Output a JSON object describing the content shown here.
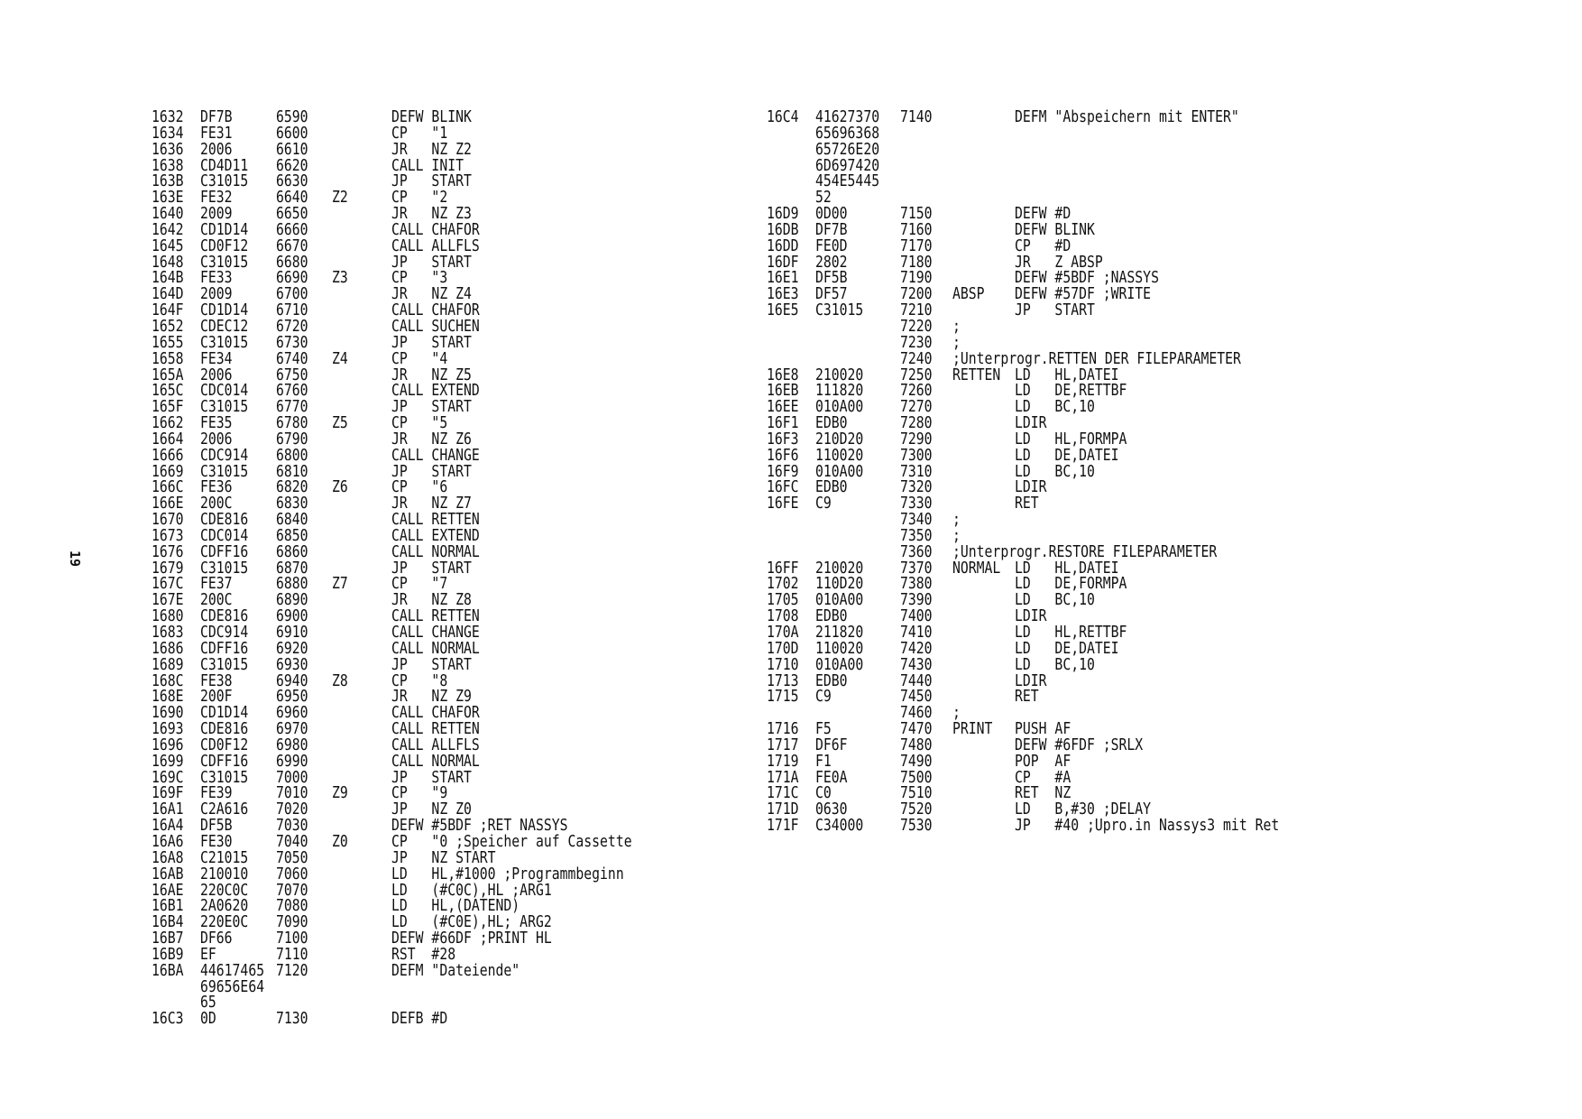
{
  "page_number": "19",
  "left_listing": [
    {
      "addr": "1632",
      "code": "DF7B",
      "ln": "6590",
      "lbl": "",
      "src": "DEFW BLINK"
    },
    {
      "addr": "1634",
      "code": "FE31",
      "ln": "6600",
      "lbl": "",
      "src": "CP   \"1"
    },
    {
      "addr": "1636",
      "code": "2006",
      "ln": "6610",
      "lbl": "",
      "src": "JR   NZ Z2"
    },
    {
      "addr": "1638",
      "code": "CD4D11",
      "ln": "6620",
      "lbl": "",
      "src": "CALL INIT"
    },
    {
      "addr": "163B",
      "code": "C31015",
      "ln": "6630",
      "lbl": "",
      "src": "JP   START"
    },
    {
      "addr": "163E",
      "code": "FE32",
      "ln": "6640",
      "lbl": "Z2",
      "src": "CP   \"2"
    },
    {
      "addr": "1640",
      "code": "2009",
      "ln": "6650",
      "lbl": "",
      "src": "JR   NZ Z3"
    },
    {
      "addr": "1642",
      "code": "CD1D14",
      "ln": "6660",
      "lbl": "",
      "src": "CALL CHAFOR"
    },
    {
      "addr": "1645",
      "code": "CD0F12",
      "ln": "6670",
      "lbl": "",
      "src": "CALL ALLFLS"
    },
    {
      "addr": "1648",
      "code": "C31015",
      "ln": "6680",
      "lbl": "",
      "src": "JP   START"
    },
    {
      "addr": "164B",
      "code": "FE33",
      "ln": "6690",
      "lbl": "Z3",
      "src": "CP   \"3"
    },
    {
      "addr": "164D",
      "code": "2009",
      "ln": "6700",
      "lbl": "",
      "src": "JR   NZ Z4"
    },
    {
      "addr": "164F",
      "code": "CD1D14",
      "ln": "6710",
      "lbl": "",
      "src": "CALL CHAFOR"
    },
    {
      "addr": "1652",
      "code": "CDEC12",
      "ln": "6720",
      "lbl": "",
      "src": "CALL SUCHEN"
    },
    {
      "addr": "1655",
      "code": "C31015",
      "ln": "6730",
      "lbl": "",
      "src": "JP   START"
    },
    {
      "addr": "1658",
      "code": "FE34",
      "ln": "6740",
      "lbl": "Z4",
      "src": "CP   \"4"
    },
    {
      "addr": "165A",
      "code": "2006",
      "ln": "6750",
      "lbl": "",
      "src": "JR   NZ Z5"
    },
    {
      "addr": "165C",
      "code": "CDC014",
      "ln": "6760",
      "lbl": "",
      "src": "CALL EXTEND"
    },
    {
      "addr": "165F",
      "code": "C31015",
      "ln": "6770",
      "lbl": "",
      "src": "JP   START"
    },
    {
      "addr": "1662",
      "code": "FE35",
      "ln": "6780",
      "lbl": "Z5",
      "src": "CP   \"5"
    },
    {
      "addr": "1664",
      "code": "2006",
      "ln": "6790",
      "lbl": "",
      "src": "JR   NZ Z6"
    },
    {
      "addr": "1666",
      "code": "CDC914",
      "ln": "6800",
      "lbl": "",
      "src": "CALL CHANGE"
    },
    {
      "addr": "1669",
      "code": "C31015",
      "ln": "6810",
      "lbl": "",
      "src": "JP   START"
    },
    {
      "addr": "166C",
      "code": "FE36",
      "ln": "6820",
      "lbl": "Z6",
      "src": "CP   \"6"
    },
    {
      "addr": "166E",
      "code": "200C",
      "ln": "6830",
      "lbl": "",
      "src": "JR   NZ Z7"
    },
    {
      "addr": "1670",
      "code": "CDE816",
      "ln": "6840",
      "lbl": "",
      "src": "CALL RETTEN"
    },
    {
      "addr": "1673",
      "code": "CDC014",
      "ln": "6850",
      "lbl": "",
      "src": "CALL EXTEND"
    },
    {
      "addr": "1676",
      "code": "CDFF16",
      "ln": "6860",
      "lbl": "",
      "src": "CALL NORMAL"
    },
    {
      "addr": "1679",
      "code": "C31015",
      "ln": "6870",
      "lbl": "",
      "src": "JP   START"
    },
    {
      "addr": "167C",
      "code": "FE37",
      "ln": "6880",
      "lbl": "Z7",
      "src": "CP   \"7"
    },
    {
      "addr": "167E",
      "code": "200C",
      "ln": "6890",
      "lbl": "",
      "src": "JR   NZ Z8"
    },
    {
      "addr": "1680",
      "code": "CDE816",
      "ln": "6900",
      "lbl": "",
      "src": "CALL RETTEN"
    },
    {
      "addr": "1683",
      "code": "CDC914",
      "ln": "6910",
      "lbl": "",
      "src": "CALL CHANGE"
    },
    {
      "addr": "1686",
      "code": "CDFF16",
      "ln": "6920",
      "lbl": "",
      "src": "CALL NORMAL"
    },
    {
      "addr": "1689",
      "code": "C31015",
      "ln": "6930",
      "lbl": "",
      "src": "JP   START"
    },
    {
      "addr": "168C",
      "code": "FE38",
      "ln": "6940",
      "lbl": "Z8",
      "src": "CP   \"8"
    },
    {
      "addr": "168E",
      "code": "200F",
      "ln": "6950",
      "lbl": "",
      "src": "JR   NZ Z9"
    },
    {
      "addr": "1690",
      "code": "CD1D14",
      "ln": "6960",
      "lbl": "",
      "src": "CALL CHAFOR"
    },
    {
      "addr": "1693",
      "code": "CDE816",
      "ln": "6970",
      "lbl": "",
      "src": "CALL RETTEN"
    },
    {
      "addr": "1696",
      "code": "CD0F12",
      "ln": "6980",
      "lbl": "",
      "src": "CALL ALLFLS"
    },
    {
      "addr": "1699",
      "code": "CDFF16",
      "ln": "6990",
      "lbl": "",
      "src": "CALL NORMAL"
    },
    {
      "addr": "169C",
      "code": "C31015",
      "ln": "7000",
      "lbl": "",
      "src": "JP   START"
    },
    {
      "addr": "169F",
      "code": "FE39",
      "ln": "7010",
      "lbl": "Z9",
      "src": "CP   \"9"
    },
    {
      "addr": "16A1",
      "code": "C2A616",
      "ln": "7020",
      "lbl": "",
      "src": "JP   NZ Z0"
    },
    {
      "addr": "16A4",
      "code": "DF5B",
      "ln": "7030",
      "lbl": "",
      "src": "DEFW #5BDF ;RET NASSYS"
    },
    {
      "addr": "16A6",
      "code": "FE30",
      "ln": "7040",
      "lbl": "Z0",
      "src": "CP   \"0 ;Speicher auf Cassette"
    },
    {
      "addr": "16A8",
      "code": "C21015",
      "ln": "7050",
      "lbl": "",
      "src": "JP   NZ START"
    },
    {
      "addr": "16AB",
      "code": "210010",
      "ln": "7060",
      "lbl": "",
      "src": "LD   HL,#1000 ;Programmbeginn"
    },
    {
      "addr": "16AE",
      "code": "220C0C",
      "ln": "7070",
      "lbl": "",
      "src": "LD   (#C0C),HL ;ARG1"
    },
    {
      "addr": "16B1",
      "code": "2A0620",
      "ln": "7080",
      "lbl": "",
      "src": "LD   HL,(DATEND)"
    },
    {
      "addr": "16B4",
      "code": "220E0C",
      "ln": "7090",
      "lbl": "",
      "src": "LD   (#C0E),HL; ARG2"
    },
    {
      "addr": "16B7",
      "code": "DF66",
      "ln": "7100",
      "lbl": "",
      "src": "DEFW #66DF ;PRINT HL"
    },
    {
      "addr": "16B9",
      "code": "EF",
      "ln": "7110",
      "lbl": "",
      "src": "RST  #28"
    },
    {
      "addr": "16BA",
      "code": "44617465",
      "ln": "7120",
      "lbl": "",
      "src": "DEFM \"Dateiende\""
    },
    {
      "addr": "",
      "code": "69656E64",
      "ln": "",
      "lbl": "",
      "src": ""
    },
    {
      "addr": "",
      "code": "65",
      "ln": "",
      "lbl": "",
      "src": ""
    },
    {
      "addr": "16C3",
      "code": "0D",
      "ln": "7130",
      "lbl": "",
      "src": "DEFB #D"
    }
  ],
  "right_listing": [
    {
      "addr": "16C4",
      "code": "41627370",
      "ln": "7140",
      "lbl": "",
      "src": "DEFM \"Abspeichern mit ENTER\""
    },
    {
      "addr": "",
      "code": "65696368",
      "ln": "",
      "lbl": "",
      "src": ""
    },
    {
      "addr": "",
      "code": "65726E20",
      "ln": "",
      "lbl": "",
      "src": ""
    },
    {
      "addr": "",
      "code": "6D697420",
      "ln": "",
      "lbl": "",
      "src": ""
    },
    {
      "addr": "",
      "code": "454E5445",
      "ln": "",
      "lbl": "",
      "src": ""
    },
    {
      "addr": "",
      "code": "52",
      "ln": "",
      "lbl": "",
      "src": ""
    },
    {
      "addr": "16D9",
      "code": "0D00",
      "ln": "7150",
      "lbl": "",
      "src": "DEFW #D"
    },
    {
      "addr": "16DB",
      "code": "DF7B",
      "ln": "7160",
      "lbl": "",
      "src": "DEFW BLINK"
    },
    {
      "addr": "16DD",
      "code": "FE0D",
      "ln": "7170",
      "lbl": "",
      "src": "CP   #D"
    },
    {
      "addr": "16DF",
      "code": "2802",
      "ln": "7180",
      "lbl": "",
      "src": "JR   Z ABSP"
    },
    {
      "addr": "16E1",
      "code": "DF5B",
      "ln": "7190",
      "lbl": "",
      "src": "DEFW #5BDF ;NASSYS"
    },
    {
      "addr": "16E3",
      "code": "DF57",
      "ln": "7200",
      "lbl": "ABSP",
      "src": "DEFW #57DF ;WRITE"
    },
    {
      "addr": "16E5",
      "code": "C31015",
      "ln": "7210",
      "lbl": "",
      "src": "JP   START"
    },
    {
      "addr": "",
      "code": "",
      "ln": "7220",
      "lbl": ";",
      "src": ""
    },
    {
      "addr": "",
      "code": "",
      "ln": "7230",
      "lbl": ";",
      "src": ""
    },
    {
      "addr": "",
      "code": "",
      "ln": "7240",
      "lbl": ";Unterprogr.RETTEN DER FILEPARAMETER",
      "src": ""
    },
    {
      "addr": "16E8",
      "code": "210020",
      "ln": "7250",
      "lbl": "RETTEN",
      "src": "LD   HL,DATEI"
    },
    {
      "addr": "16EB",
      "code": "111820",
      "ln": "7260",
      "lbl": "",
      "src": "LD   DE,RETTBF"
    },
    {
      "addr": "16EE",
      "code": "010A00",
      "ln": "7270",
      "lbl": "",
      "src": "LD   BC,10"
    },
    {
      "addr": "16F1",
      "code": "EDB0",
      "ln": "7280",
      "lbl": "",
      "src": "LDIR"
    },
    {
      "addr": "16F3",
      "code": "210D20",
      "ln": "7290",
      "lbl": "",
      "src": "LD   HL,FORMPA"
    },
    {
      "addr": "16F6",
      "code": "110020",
      "ln": "7300",
      "lbl": "",
      "src": "LD   DE,DATEI"
    },
    {
      "addr": "16F9",
      "code": "010A00",
      "ln": "7310",
      "lbl": "",
      "src": "LD   BC,10"
    },
    {
      "addr": "16FC",
      "code": "EDB0",
      "ln": "7320",
      "lbl": "",
      "src": "LDIR"
    },
    {
      "addr": "16FE",
      "code": "C9",
      "ln": "7330",
      "lbl": "",
      "src": "RET"
    },
    {
      "addr": "",
      "code": "",
      "ln": "7340",
      "lbl": ";",
      "src": ""
    },
    {
      "addr": "",
      "code": "",
      "ln": "7350",
      "lbl": ";",
      "src": ""
    },
    {
      "addr": "",
      "code": "",
      "ln": "7360",
      "lbl": ";Unterprogr.RESTORE FILEPARAMETER",
      "src": ""
    },
    {
      "addr": "16FF",
      "code": "210020",
      "ln": "7370",
      "lbl": "NORMAL",
      "src": "LD   HL,DATEI"
    },
    {
      "addr": "1702",
      "code": "110D20",
      "ln": "7380",
      "lbl": "",
      "src": "LD   DE,FORMPA"
    },
    {
      "addr": "1705",
      "code": "010A00",
      "ln": "7390",
      "lbl": "",
      "src": "LD   BC,10"
    },
    {
      "addr": "1708",
      "code": "EDB0",
      "ln": "7400",
      "lbl": "",
      "src": "LDIR"
    },
    {
      "addr": "170A",
      "code": "211820",
      "ln": "7410",
      "lbl": "",
      "src": "LD   HL,RETTBF"
    },
    {
      "addr": "170D",
      "code": "110020",
      "ln": "7420",
      "lbl": "",
      "src": "LD   DE,DATEI"
    },
    {
      "addr": "1710",
      "code": "010A00",
      "ln": "7430",
      "lbl": "",
      "src": "LD   BC,10"
    },
    {
      "addr": "1713",
      "code": "EDB0",
      "ln": "7440",
      "lbl": "",
      "src": "LDIR"
    },
    {
      "addr": "1715",
      "code": "C9",
      "ln": "7450",
      "lbl": "",
      "src": "RET"
    },
    {
      "addr": "",
      "code": "",
      "ln": "7460",
      "lbl": ";",
      "src": ""
    },
    {
      "addr": "1716",
      "code": "F5",
      "ln": "7470",
      "lbl": "PRINT",
      "src": "PUSH AF"
    },
    {
      "addr": "1717",
      "code": "DF6F",
      "ln": "7480",
      "lbl": "",
      "src": "DEFW #6FDF ;SRLX"
    },
    {
      "addr": "1719",
      "code": "F1",
      "ln": "7490",
      "lbl": "",
      "src": "POP  AF"
    },
    {
      "addr": "171A",
      "code": "FE0A",
      "ln": "7500",
      "lbl": "",
      "src": "CP   #A"
    },
    {
      "addr": "171C",
      "code": "C0",
      "ln": "7510",
      "lbl": "",
      "src": "RET  NZ"
    },
    {
      "addr": "171D",
      "code": "0630",
      "ln": "7520",
      "lbl": "",
      "src": "LD   B,#30 ;DELAY"
    },
    {
      "addr": "171F",
      "code": "C34000",
      "ln": "7530",
      "lbl": "",
      "src": "JP   #40 ;Upro.in Nassys3 mit Ret"
    }
  ]
}
